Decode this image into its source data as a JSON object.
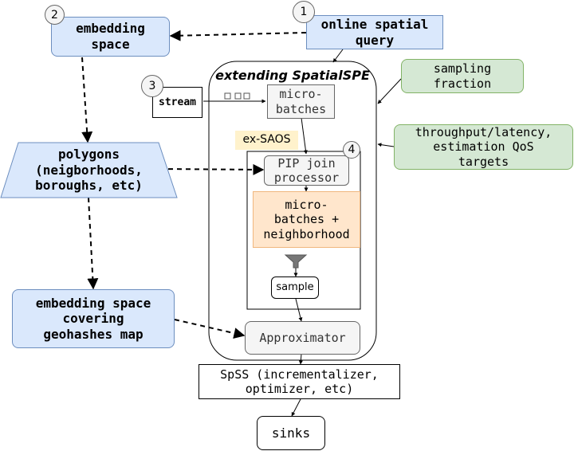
{
  "nodes": {
    "online_query": "online spatial\nquery",
    "embedding_space": "embedding\nspace",
    "polygons": "polygons\n(neigborhoods,\nboroughs, etc)",
    "covering_map": "embedding space\ncovering\ngeohashes map",
    "spe_title": "extending SpatialSPE",
    "stream": "stream",
    "micro_batches": "micro-\nbatches",
    "ex_saos": "ex-SAOS",
    "pip_join": "PIP join\nprocessor",
    "micro_batches_neighborhood": "micro-\nbatches +\nneighborhood",
    "sample": "sample",
    "approximator": "Approximator",
    "sampling_fraction": "sampling\nfraction",
    "qos_targets": "throughput/latency,\nestimation QoS\ntargets",
    "spss": "SpSS (incrementalizer,\noptimizer, etc)",
    "sinks": "sinks"
  },
  "badges": {
    "b1": "1",
    "b2": "2",
    "b3": "3",
    "b4": "4"
  },
  "colors": {
    "blue_fill": "#dae8fc",
    "green_fill": "#d5e8d4",
    "orange_fill": "#ffe6cc",
    "highlight_fill": "#fff2cc"
  }
}
